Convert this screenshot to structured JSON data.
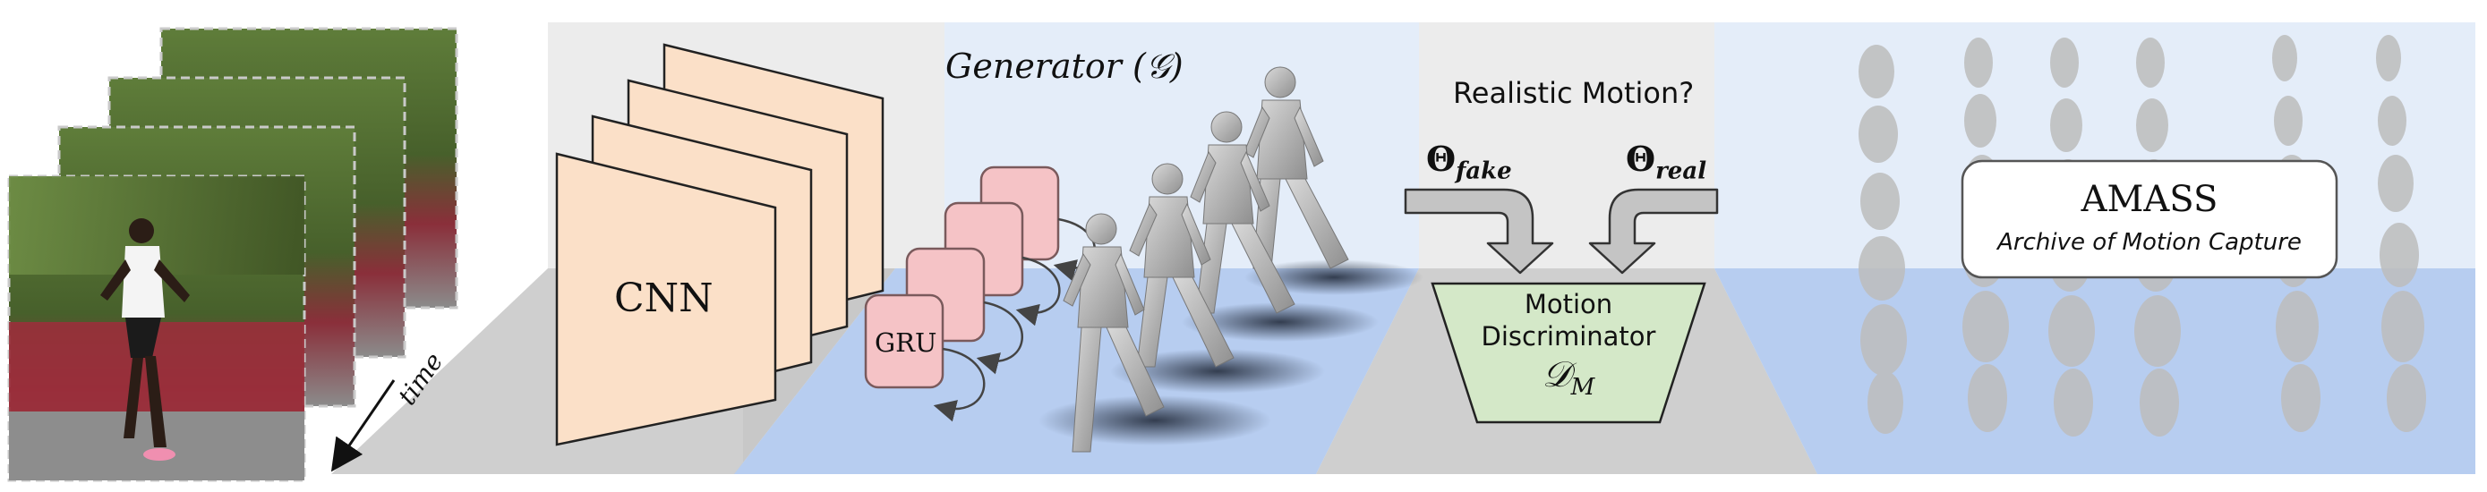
{
  "frames": {
    "time_label": "time"
  },
  "encoder": {
    "cnn_label": "CNN"
  },
  "generator": {
    "title": "Generator (𝒢)",
    "gru_label": "GRU"
  },
  "discriminator": {
    "question": "Realistic Motion?",
    "theta_fake": "Θ",
    "theta_fake_sub": "fake",
    "theta_real": "Θ",
    "theta_real_sub": "real",
    "box_line1": "Motion",
    "box_line2": "Discriminator",
    "box_symbol": "𝒟",
    "box_symbol_sub": "M"
  },
  "amass": {
    "title": "AMASS",
    "subtitle": "Archive of Motion Capture"
  },
  "colors": {
    "cnn_fill": "#fbe0c8",
    "gru_fill": "#f5c3c6",
    "gru_stroke": "#7a5a5c",
    "disc_fill": "#d4e8c8",
    "panel_gray": "#ececec",
    "panel_blue_light": "#e4edf9",
    "floor_blue": "#b7cdf0",
    "floor_gray": "#cfcfcf"
  }
}
